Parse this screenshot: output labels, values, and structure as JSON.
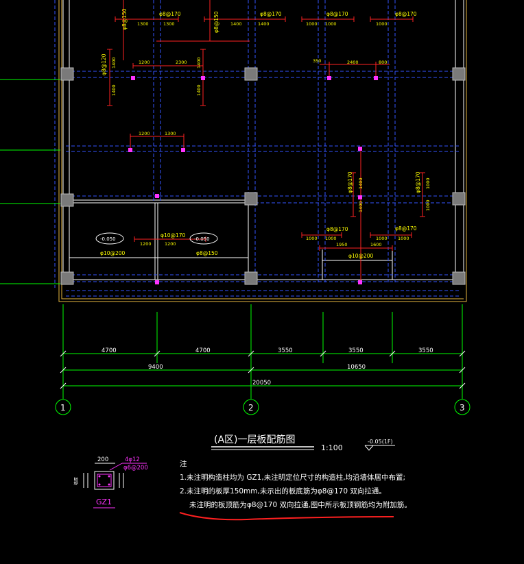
{
  "colors": {
    "background": "#000000",
    "grid_axis": "#00ff00",
    "beam_dashed": "#3355ff",
    "slab_edge": "#ffffff",
    "rebar_line": "#ff2222",
    "rebar_text": "#ffff00",
    "column": "#808080",
    "point_marker": "#ff33ff",
    "note_text": "#ffffff",
    "outer_edge": "#e8b840"
  },
  "rebar_labels": {
    "top_left_vert_1": "φ8@150",
    "top_left_vert_2": "φ8@120",
    "top_left_vert_3": "φ8@150",
    "top_spec_1": "φ8@170",
    "top_spec_2": "φ8@170",
    "top_spec_3": "φ8@170",
    "top_spec_4": "φ8@170",
    "mid_spec_1": "φ8@170",
    "mid_spec_2": "φ8@170",
    "mid_spec_3": "φ8@170",
    "mid_spec_4": "φ8@170",
    "bot_spec_1": "φ10@170",
    "bot_spec_2": "φ10@200",
    "bot_spec_3": "φ8@150",
    "bot_spec_4": "φ10@200"
  },
  "rebar_dims": {
    "d1300a": "1300",
    "d1300b": "1300",
    "d1400a": "1400",
    "d1400b": "1400",
    "d1000a": "1000",
    "d1000b": "1000",
    "d1000c": "1000",
    "d1200a": "1200",
    "d2300": "2300",
    "d1400v1": "1400",
    "d1400v2": "1400",
    "d1400v3": "1400",
    "d1400v4": "1400",
    "d350": "350",
    "d2400": "2400",
    "d800": "800",
    "d1200b": "1200",
    "d1300c": "1300",
    "d1400v5": "1400",
    "d1400v6": "1400",
    "d1000v1": "1000",
    "d1000v2": "1000",
    "d1000e": "1000",
    "d1000f": "1000",
    "d1000g": "1000",
    "d1000h": "1000",
    "d1200c": "1200",
    "d1200d": "1200",
    "d1950": "1950",
    "d1600": "1600"
  },
  "elevation_tags": {
    "left": "-0.050",
    "right": "-0.050"
  },
  "dimensions": {
    "row1": [
      "4700",
      "4700",
      "3550",
      "3550",
      "3550"
    ],
    "row2": [
      "9400",
      "10650"
    ],
    "total": "20050"
  },
  "axes": [
    "1",
    "2",
    "3"
  ],
  "title": {
    "main": "(A区)一层板配筋图",
    "scale": "1:100",
    "elevation": "-0.05(1F)"
  },
  "gz1_detail": {
    "width_dim": "200",
    "rebar_main": "4φ12",
    "rebar_stirrup": "φ6@200",
    "side_label": "墙厚",
    "name": "GZ1"
  },
  "notes": {
    "heading": "注",
    "line1": "1.未注明构造柱均为 GZ1,未注明定位尺寸的构造柱,均沿墙体居中布置;",
    "line2": "2.未注明的板厚150mm,未示出的板底筋为φ8@170 双向拉通。",
    "line3": "未注明的板顶筋为φ8@170 双向拉通,图中所示板顶钢筋均为附加筋。"
  }
}
